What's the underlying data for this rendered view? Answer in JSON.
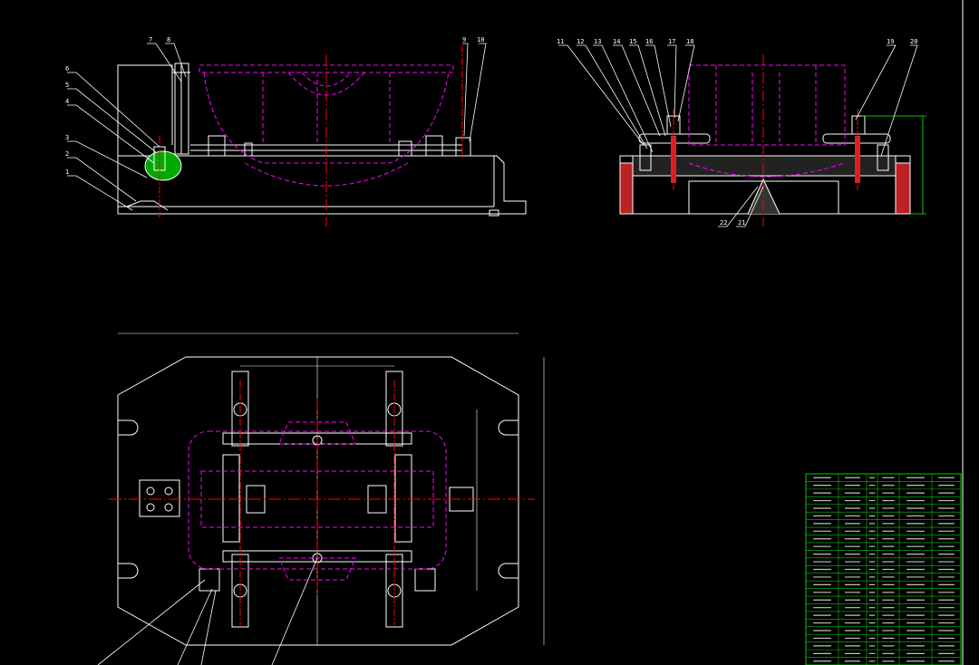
{
  "colors": {
    "background": "#000000",
    "outline": "#ffffff",
    "hidden": "#ff00ff",
    "center": "#ff0000",
    "dimension": "#00ff00",
    "section": "#ff3333",
    "weld": "#00cc00"
  },
  "views": {
    "front": {
      "part_numbers": [
        "7",
        "8",
        "6",
        "5",
        "4",
        "3",
        "2",
        "1",
        "9",
        "10"
      ]
    },
    "side": {
      "part_numbers": [
        "11",
        "12",
        "13",
        "14",
        "15",
        "16",
        "17",
        "18",
        "19",
        "20",
        "22",
        "21"
      ]
    }
  },
  "bom": {
    "row_count": 24
  }
}
